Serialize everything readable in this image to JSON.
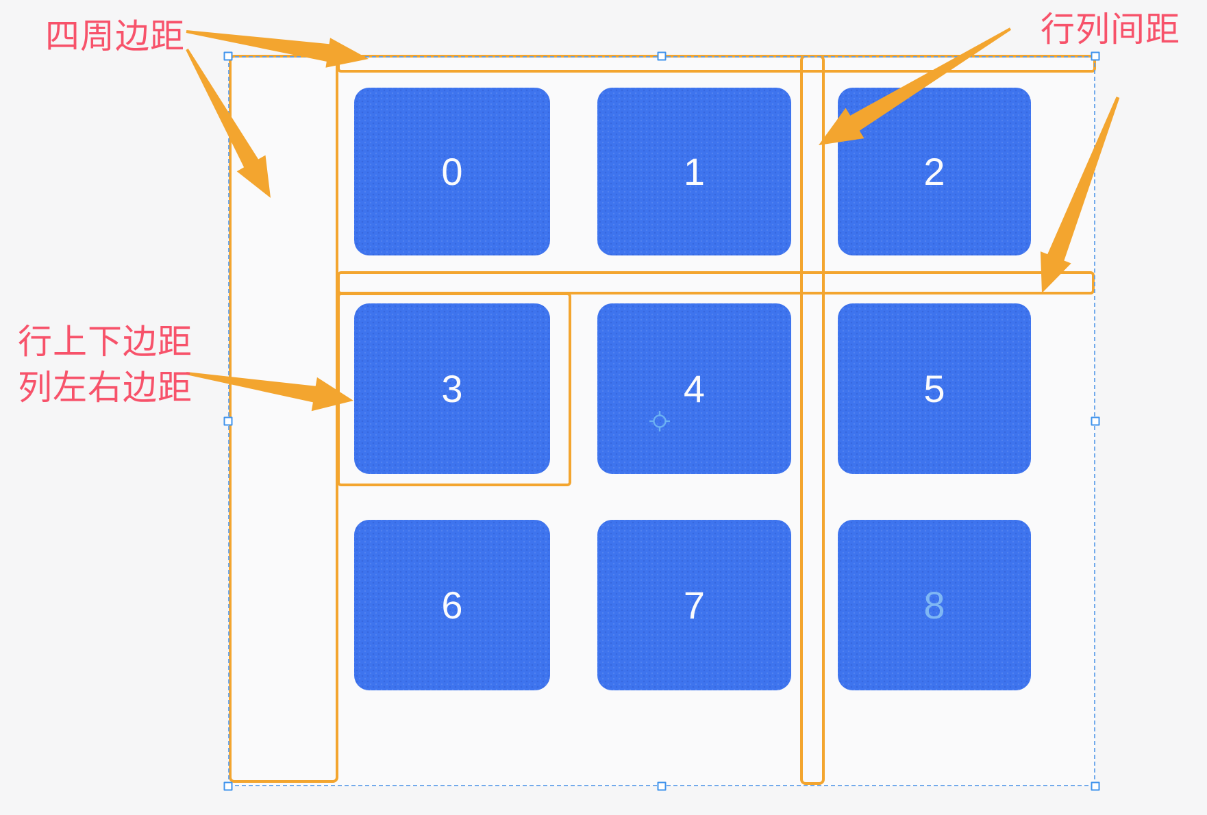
{
  "annotations": {
    "surrounding_margin_label": "四周边距",
    "row_col_gap_label": "行列间距",
    "row_margin_label": "行上下边距",
    "col_margin_label": "列左右边距"
  },
  "grid": {
    "rows": 3,
    "cols": 3,
    "cells": [
      {
        "label": "0"
      },
      {
        "label": "1"
      },
      {
        "label": "2"
      },
      {
        "label": "3"
      },
      {
        "label": "4"
      },
      {
        "label": "5"
      },
      {
        "label": "6"
      },
      {
        "label": "7"
      },
      {
        "label": "8"
      }
    ]
  },
  "colors": {
    "accent_orange": "#F3A52F",
    "label_red": "#F7526A",
    "cell_blue": "#3E74EE",
    "cell_digit": "#FBFBFC",
    "cell8_digit": "#7FB7F4",
    "selection_blue": "#5B9DE9"
  }
}
